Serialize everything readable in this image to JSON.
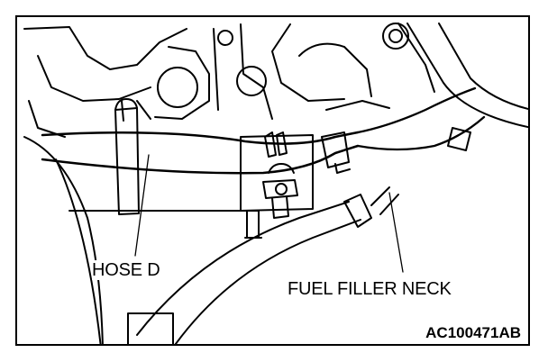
{
  "labels": {
    "hose": "HOSE D",
    "neck": "FUEL FILLER NECK"
  },
  "figure_id": "AC100471AB",
  "colors": {
    "line": "#000000",
    "background": "#ffffff"
  }
}
